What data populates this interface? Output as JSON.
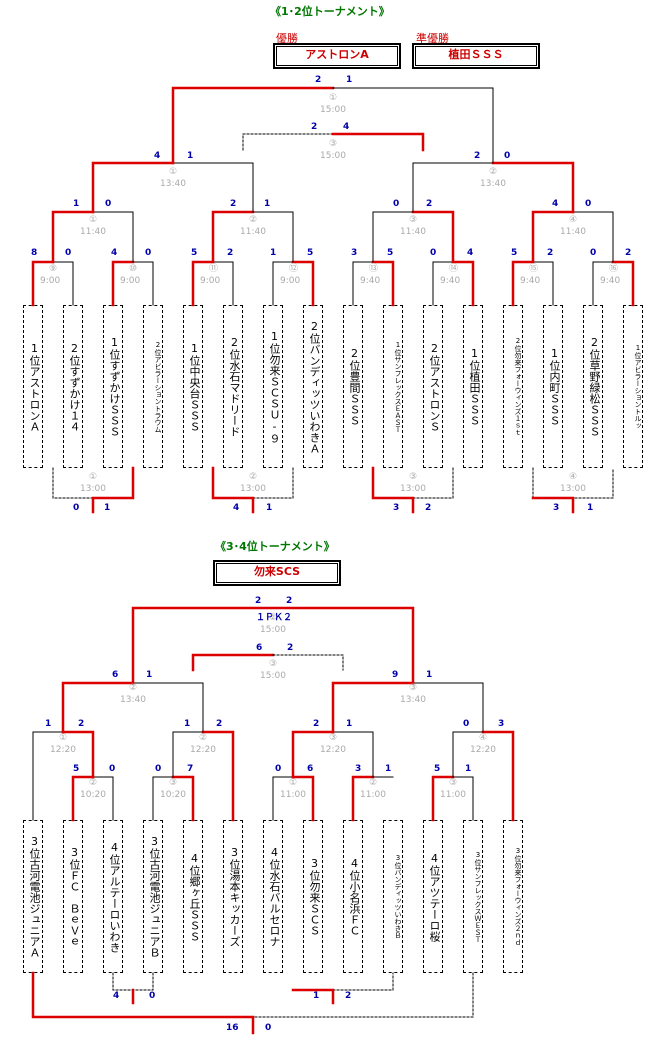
{
  "section1": {
    "title": "《1･2位トーナメント》",
    "champion_label": "優勝",
    "champion": "アストロンA",
    "runnerup_label": "準優勝",
    "runnerup": "植田ＳＳＳ",
    "teams": [
      "1位アストロンＡ",
      "2位すずかけ１４",
      "1位すずかけＳＳＳ",
      "2位アビラーショントラウム",
      "1位中央台ＳＳＳ",
      "2位水石マドリード",
      "1位勿来ＳＣＳＵ-９",
      "2位バンディッツいわきＡ",
      "2位豊間ＳＳＳ",
      "1位サンフレックスＥＡＳＴ",
      "2位アストロンＳ",
      "1位植田ＳＳＳ",
      "2位勿来フォーウィンズ１ｓｔ",
      "1位内町ＳＳＳ",
      "2位草野緑松ＳＳＳ",
      "1位アビラーショントルッ"
    ],
    "matches": [
      {
        "no": "⑨",
        "time": "9:00"
      },
      {
        "no": "⑩",
        "time": "9:00"
      },
      {
        "no": "⑪",
        "time": "9:00"
      },
      {
        "no": "⑫",
        "time": "9:00"
      },
      {
        "no": "⑬",
        "time": "9:40"
      },
      {
        "no": "⑭",
        "time": "9:40"
      },
      {
        "no": "⑮",
        "time": "9:40"
      },
      {
        "no": "⑯",
        "time": "9:40"
      },
      {
        "no": "①",
        "time": "11:40"
      },
      {
        "no": "②",
        "time": "11:40"
      },
      {
        "no": "③",
        "time": "11:40"
      },
      {
        "no": "④",
        "time": "11:40"
      },
      {
        "no": "①",
        "time": "13:40"
      },
      {
        "no": "②",
        "time": "13:40"
      },
      {
        "no": "①",
        "time": "15:00"
      },
      {
        "no": "③",
        "time": "15:00"
      },
      {
        "no": "①",
        "time": "13:00"
      },
      {
        "no": "②",
        "time": "13:00"
      },
      {
        "no": "③",
        "time": "13:00"
      },
      {
        "no": "④",
        "time": "13:00"
      }
    ],
    "scores": [
      "8",
      "0",
      "4",
      "0",
      "5",
      "2",
      "1",
      "5",
      "3",
      "5",
      "0",
      "4",
      "5",
      "2",
      "0",
      "2",
      "1",
      "0",
      "2",
      "1",
      "0",
      "2",
      "4",
      "0",
      "4",
      "1",
      "2",
      "0",
      "2",
      "1",
      "2",
      "4",
      "0",
      "1",
      "4",
      "1",
      "3",
      "2",
      "3",
      "1"
    ]
  },
  "section2": {
    "title": "《3･4位トーナメント》",
    "winner": "勿来SCS",
    "pk": "１ＰＫ２",
    "teams": [
      "3位古河電池ジュニアＡ",
      "3位ＦＣ　ＢｅＶｅ",
      "4位アルテーロいわき",
      "3位古河電池ジュニアＢ",
      "4位郷ヶ丘ＳＳＳ",
      "3位湯本キッカーズ",
      "4位水石バルセロナ",
      "3位勿来ＳＣＳ",
      "4位小名浜ＦＣ",
      "3位バンディッツいわきＢ",
      "4位アツテーロ桜",
      "3位サンフレックスＷＥＳＴ",
      "3位勿来フォーウィンズ２ｎｄ"
    ],
    "matches": [
      {
        "no": "②",
        "time": "10:20"
      },
      {
        "no": "③",
        "time": "10:20"
      },
      {
        "no": "①",
        "time": "11:00"
      },
      {
        "no": "②",
        "time": "11:00"
      },
      {
        "no": "③",
        "time": "11:00"
      },
      {
        "no": "①",
        "time": "12:20"
      },
      {
        "no": "②",
        "time": "12:20"
      },
      {
        "no": "③",
        "time": "12:20"
      },
      {
        "no": "④",
        "time": "12:20"
      },
      {
        "no": "②",
        "time": "13:40"
      },
      {
        "no": "③",
        "time": "13:40"
      },
      {
        "no": "②",
        "time": "15:00"
      },
      {
        "no": "③",
        "time": "15:00"
      }
    ],
    "scores": [
      "5",
      "0",
      "0",
      "7",
      "0",
      "6",
      "3",
      "1",
      "5",
      "1",
      "1",
      "2",
      "1",
      "2",
      "2",
      "1",
      "0",
      "3",
      "6",
      "1",
      "9",
      "1",
      "2",
      "2",
      "6",
      "2",
      "4",
      "0",
      "1",
      "2",
      "16",
      "0"
    ]
  }
}
